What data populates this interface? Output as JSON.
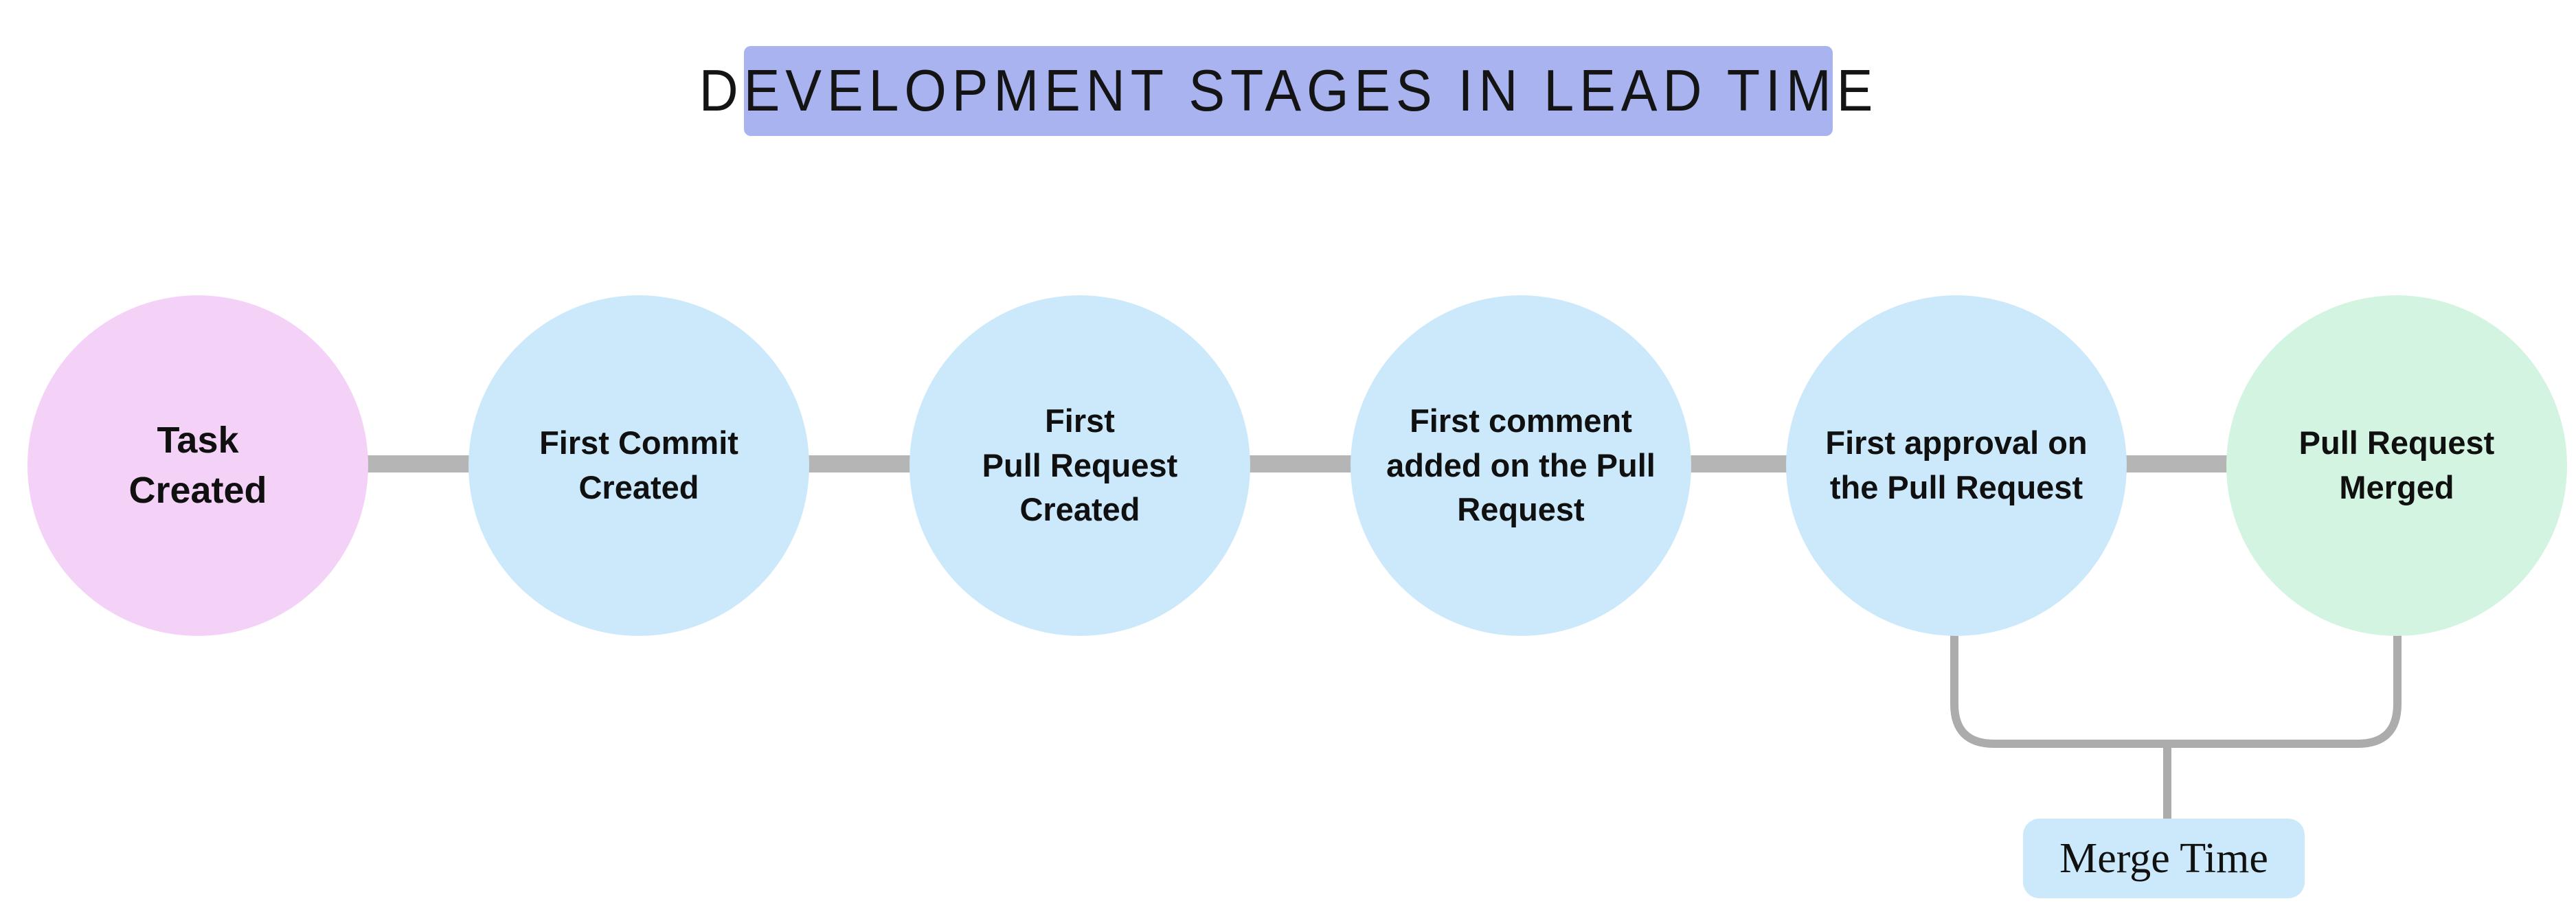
{
  "title": "DEVELOPMENT STAGES IN LEAD TIME",
  "stages": [
    {
      "name": "task-created",
      "label": "Task\nCreated",
      "color": "#f4d2f8"
    },
    {
      "name": "first-commit-created",
      "label": "First Commit\nCreated",
      "color": "#cbe9fb"
    },
    {
      "name": "first-pull-request-created",
      "label": "First\nPull Request\nCreated",
      "color": "#cbe9fb"
    },
    {
      "name": "first-comment-added-on-pr",
      "label": "First comment\nadded on the Pull\nRequest",
      "color": "#cbe9fb"
    },
    {
      "name": "first-approval-on-pr",
      "label": "First approval on\nthe Pull Request",
      "color": "#cbe9fb"
    },
    {
      "name": "pull-request-merged",
      "label": "Pull Request\nMerged",
      "color": "#d2f4e0"
    }
  ],
  "merge_time": {
    "label": "Merge Time"
  },
  "palette": {
    "banner": "#a9b3ef",
    "connector": "#b5b5b5",
    "bracket": "#acacac",
    "merge_label_bg": "#cbe9fb",
    "text": "#111111",
    "background": "#ffffff"
  }
}
